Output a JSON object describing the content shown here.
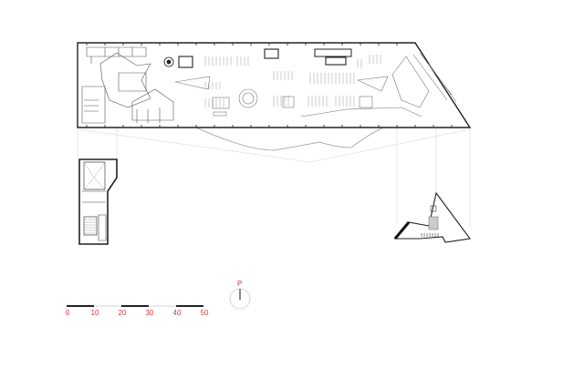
{
  "drawing": {
    "type": "architectural floor plan",
    "views": [
      "main-level-plan",
      "left-stair-core-plan",
      "right-triangular-core-plan"
    ]
  },
  "scale_bar": {
    "labels": [
      "0",
      "10",
      "20",
      "30",
      "40",
      "50"
    ],
    "label_color": "#e53935",
    "segment_colors": [
      "#222222",
      "#dddddd",
      "#222222",
      "#dddddd",
      "#222222"
    ]
  },
  "north_arrow": {
    "label": "P",
    "label_color": "#e53935"
  },
  "colors": {
    "line": "#333333",
    "light_line": "#bbbbbb",
    "fill": "#ffffff"
  }
}
